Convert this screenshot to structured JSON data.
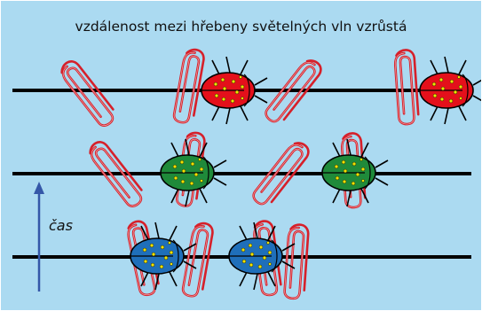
{
  "diagram": {
    "title": "vzdálenost mezi hřebeny světelných vln vzrůstá",
    "time_axis_label": "čas"
  },
  "colors": {
    "background": "#abdaf1",
    "rule": "#000000",
    "paperclip": "#d6202a",
    "arrow": "#3457a8",
    "beetle_red": "#e4101b",
    "beetle_green": "#1f8a3a",
    "beetle_blue": "#1f6fba",
    "beetle_dots": "#f1e400"
  },
  "rows": [
    {
      "name": "row-top",
      "beetle_color": "red"
    },
    {
      "name": "row-middle",
      "beetle_color": "green"
    },
    {
      "name": "row-bottom",
      "beetle_color": "blue"
    }
  ]
}
